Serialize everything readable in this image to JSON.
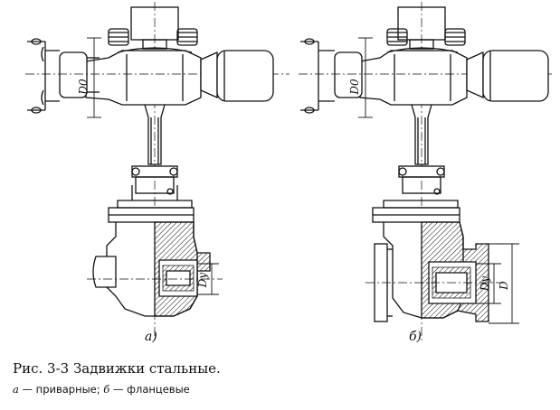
{
  "figure": {
    "panel_a_label": "а)",
    "panel_b_label": "б)",
    "dim_d0_left": "D0",
    "dim_dy_left": "Dу",
    "dim_d0_right": "D0",
    "dim_dy_right": "Dу",
    "dim_d_right": "D"
  },
  "caption": {
    "title": "Рис. 3-3  Задвижки стальные.",
    "part_a_letter": "а",
    "part_a_text": " — приварные;  ",
    "part_b_letter": "б",
    "part_b_text": " — фланцевые"
  }
}
